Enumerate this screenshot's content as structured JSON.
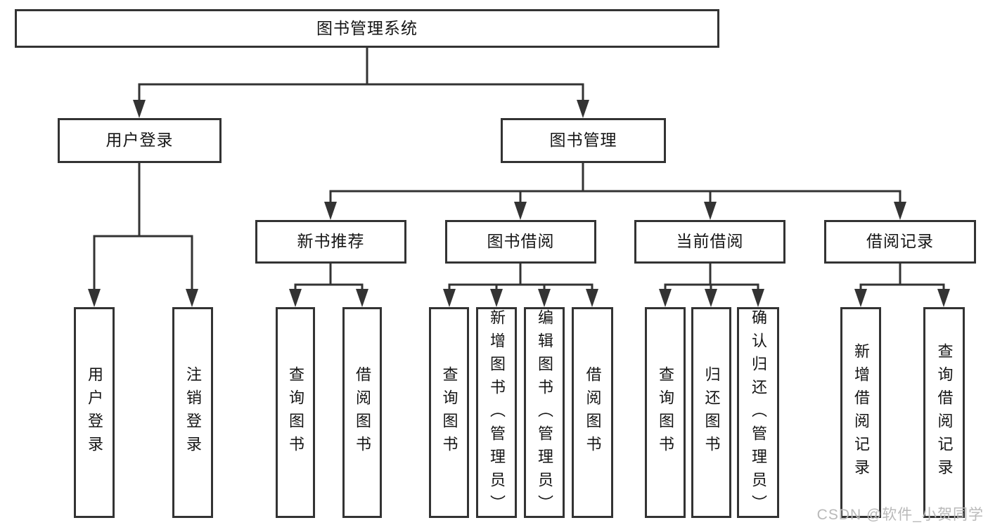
{
  "diagram": {
    "root": "图书管理系统",
    "user_branch": {
      "label": "用户登录",
      "children": [
        "用户登录",
        "注销登录"
      ]
    },
    "book_branch": {
      "label": "图书管理",
      "sections": [
        {
          "label": "新书推荐",
          "children": [
            "查询图书",
            "借阅图书"
          ]
        },
        {
          "label": "图书借阅",
          "children": [
            "查询图书",
            "新增图书（管理员）",
            "编辑图书（管理员）",
            "借阅图书"
          ]
        },
        {
          "label": "当前借阅",
          "children": [
            "查询图书",
            "归还图书",
            "确认归还（管理员）"
          ]
        },
        {
          "label": "借阅记录",
          "children": [
            "新增借阅记录",
            "查询借阅记录"
          ]
        }
      ]
    }
  },
  "watermark": "CSDN @软件_小贺同学",
  "colors": {
    "line": "#333333",
    "text": "#151515",
    "background": "#ffffff",
    "watermark": "#b9b9b9"
  }
}
